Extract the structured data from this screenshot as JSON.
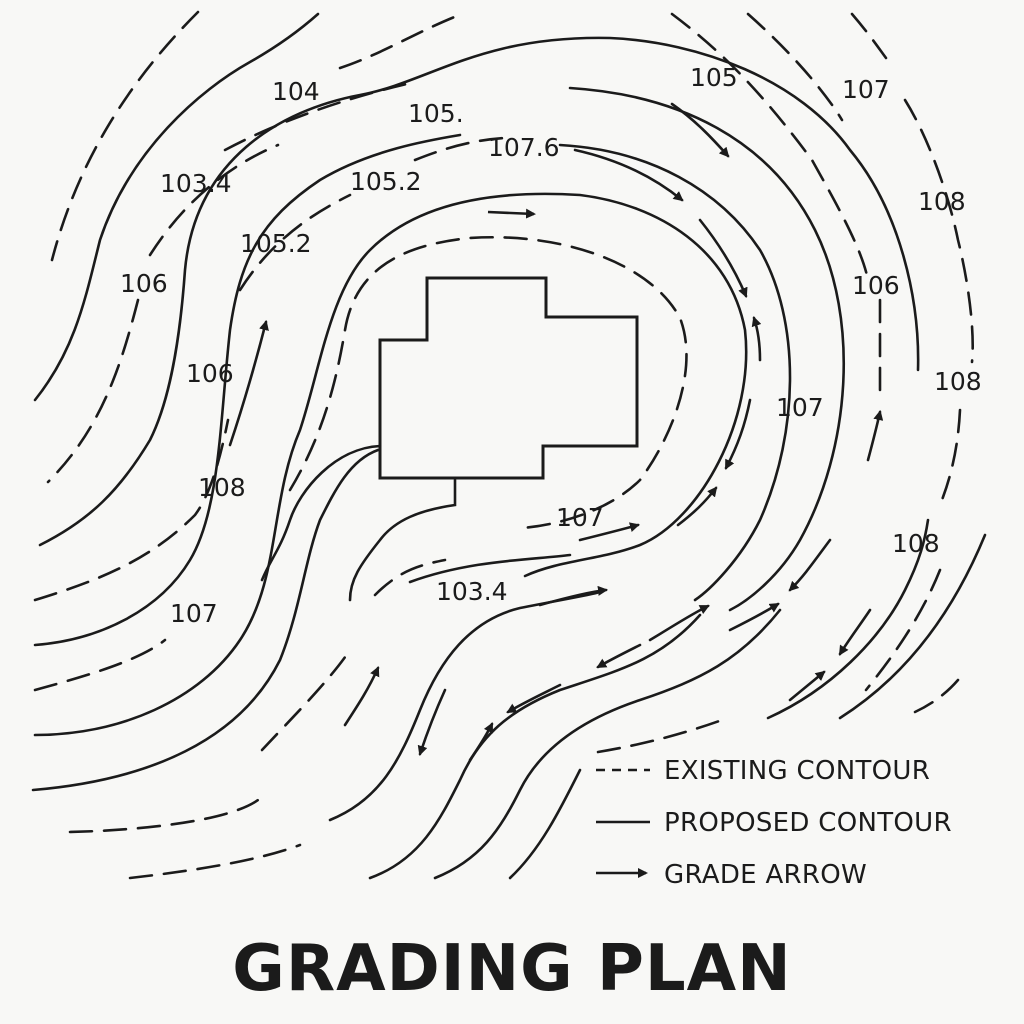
{
  "title": "GRADING PLAN",
  "legend": {
    "existing_label": "EXISTING CONTOUR",
    "proposed_label": "PROPOSED CONTOUR",
    "arrow_label": "GRADE ARROW"
  },
  "contour_labels": {
    "l_104": "104",
    "l_105_top": "105.",
    "l_105_right": "105",
    "l_107_topright": "107",
    "l_103_4_left": "103.4",
    "l_107_6": "107.6",
    "l_105_2_top": "105.2",
    "l_105_2_left": "105.2",
    "l_106_farleft": "106",
    "l_108_topright": "108",
    "l_106_right": "106",
    "l_106_left": "106",
    "l_108_right": "108",
    "l_107_right": "107",
    "l_108_left": "108",
    "l_107_center": "107",
    "l_108_lowright": "108",
    "l_103_4_bottom": "103.4",
    "l_107_lowleft": "107"
  }
}
